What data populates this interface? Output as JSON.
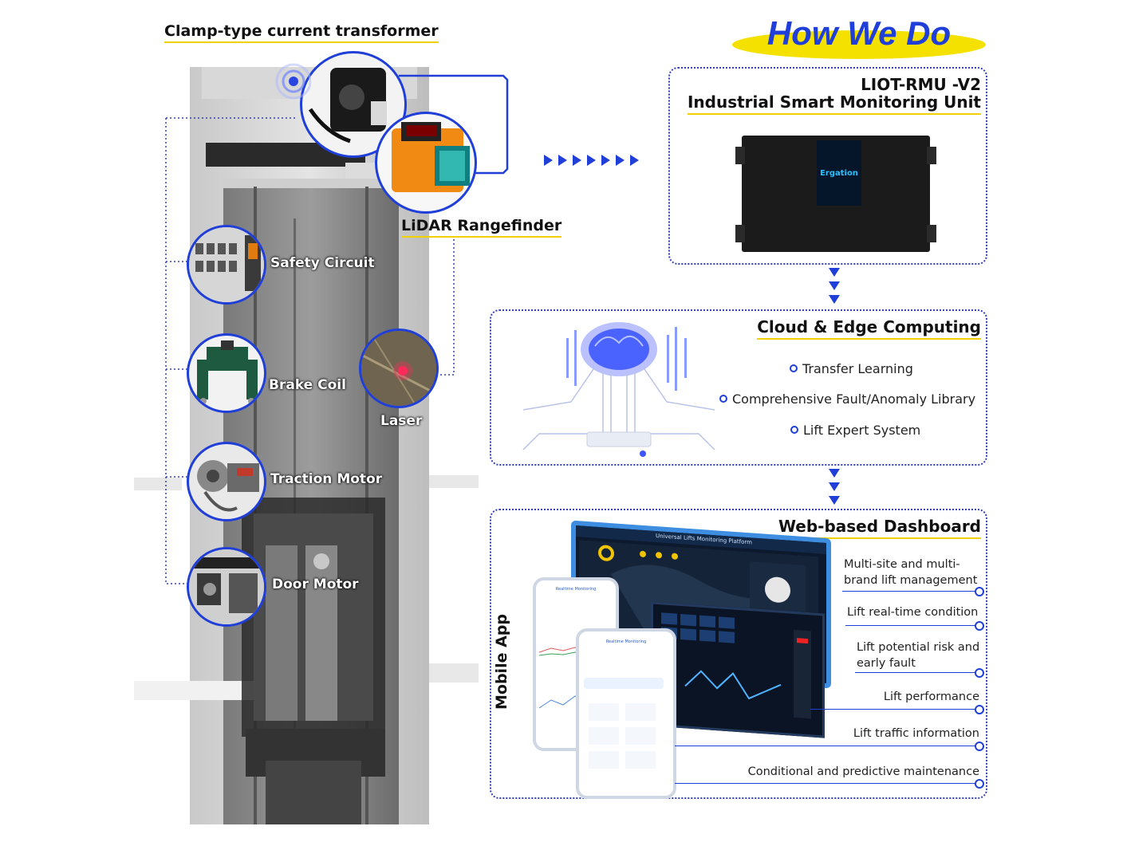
{
  "header": {
    "clamp_title": "Clamp-type current transformer",
    "how_we_do": "How We Do"
  },
  "sensors": {
    "lidar": "LiDAR Rangefinder",
    "laser": "Laser",
    "safety_circuit": "Safety Circuit",
    "brake_coil": "Brake Coil",
    "traction_motor": "Traction Motor",
    "door_motor": "Door Motor"
  },
  "device": {
    "model": "LIOT-RMU -V2",
    "name": "Industrial Smart Monitoring Unit",
    "brand": "Ergation"
  },
  "cloud": {
    "title": "Cloud & Edge Computing",
    "bullets": [
      "Transfer Learning",
      "Comprehensive Fault/Anomaly Library",
      "Lift Expert System"
    ]
  },
  "dashboard": {
    "title": "Web-based Dashboard",
    "mobile_label": "Mobile App",
    "features": [
      "Multi-site and multi-brand lift management",
      "Lift real-time condition",
      "Lift potential risk and early fault",
      "Lift performance",
      "Lift traffic information",
      "Conditional and predictive maintenance"
    ],
    "screen_title": "Universal Lifts Monitoring Platform",
    "phone_title": "Realtime Monitoring"
  },
  "colors": {
    "accent_blue": "#1f3fd8",
    "title_yellow": "#f5e100",
    "lidar_orange": "#f08a12"
  }
}
